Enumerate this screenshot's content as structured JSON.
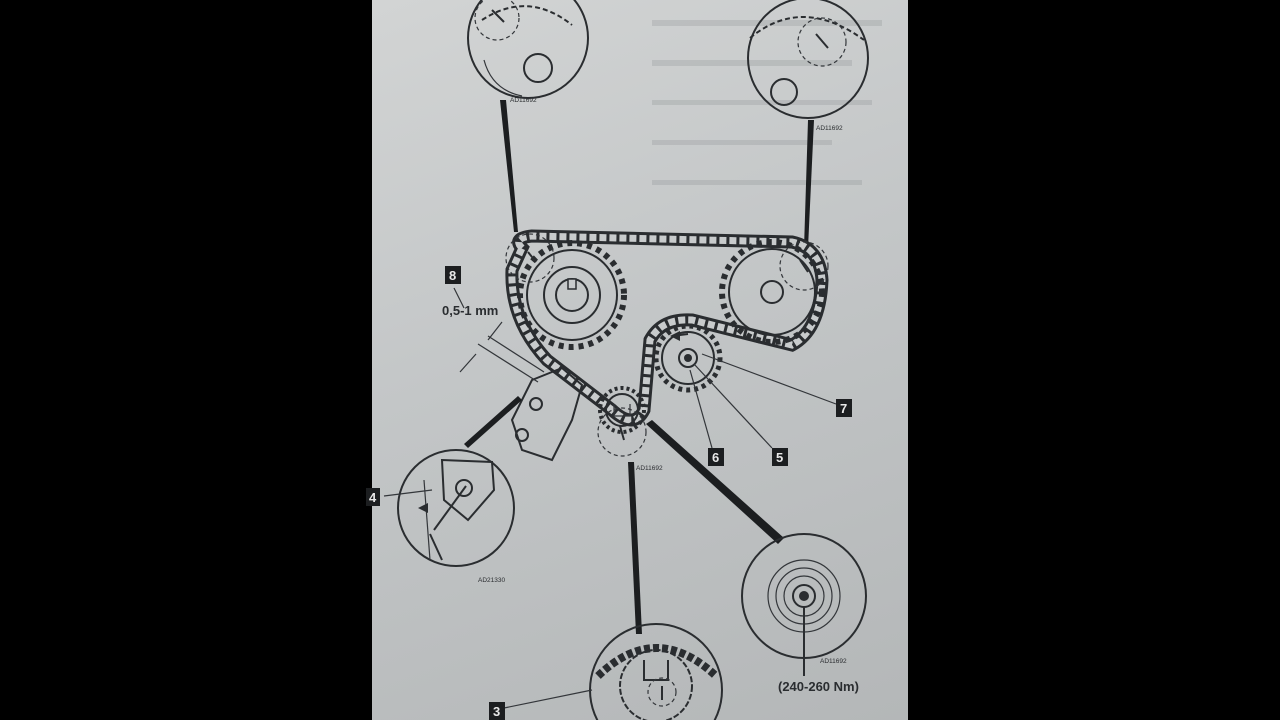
{
  "figure": {
    "callouts": [
      "8",
      "7",
      "6",
      "5",
      "4",
      "3"
    ],
    "gap_label": "0,5-1 mm",
    "torque_label": "(240-260 Nm)",
    "codes": {
      "top_left": "AD11692",
      "top_right": "AD11692",
      "crank": "AD11692",
      "tensioner_detail": "AD21330",
      "damper": "AD11692"
    }
  },
  "colors": {
    "background": "#000000",
    "paper": "#c8cbcc",
    "ink": "#2a2d30"
  }
}
